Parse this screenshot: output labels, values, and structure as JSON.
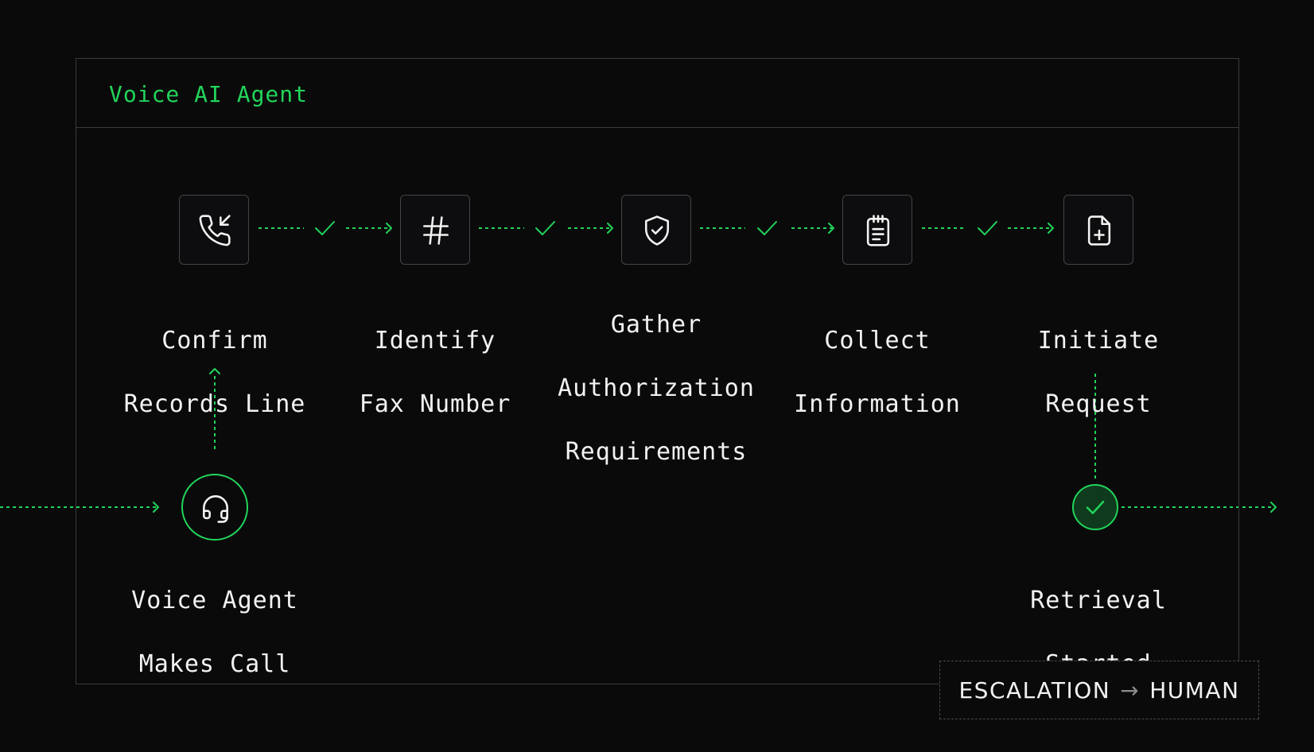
{
  "colors": {
    "background": "#0a0a0b",
    "accent": "#22d45a",
    "border": "#3b3b3d",
    "text": "#f2f2f2"
  },
  "panel": {
    "title": "Voice AI Agent"
  },
  "steps": [
    {
      "icon": "phone-incoming-icon",
      "line1": "Confirm",
      "line2": "Records Line",
      "line3": ""
    },
    {
      "icon": "hash-icon",
      "line1": "Identify",
      "line2": "Fax Number",
      "line3": ""
    },
    {
      "icon": "shield-check-icon",
      "line1": "Gather",
      "line2": "Authorization",
      "line3": "Requirements"
    },
    {
      "icon": "clipboard-list-icon",
      "line1": "Collect",
      "line2": "Information",
      "line3": ""
    },
    {
      "icon": "file-plus-icon",
      "line1": "Initiate",
      "line2": "Request",
      "line3": ""
    }
  ],
  "start_node": {
    "icon": "headset-icon",
    "line1": "Voice Agent",
    "line2": "Makes Call"
  },
  "end_node": {
    "icon": "check-circle-icon",
    "line1": "Retrieval",
    "line2": "Started"
  },
  "escalation": {
    "left": "ESCALATION",
    "arrow": "→",
    "right": "HUMAN"
  }
}
